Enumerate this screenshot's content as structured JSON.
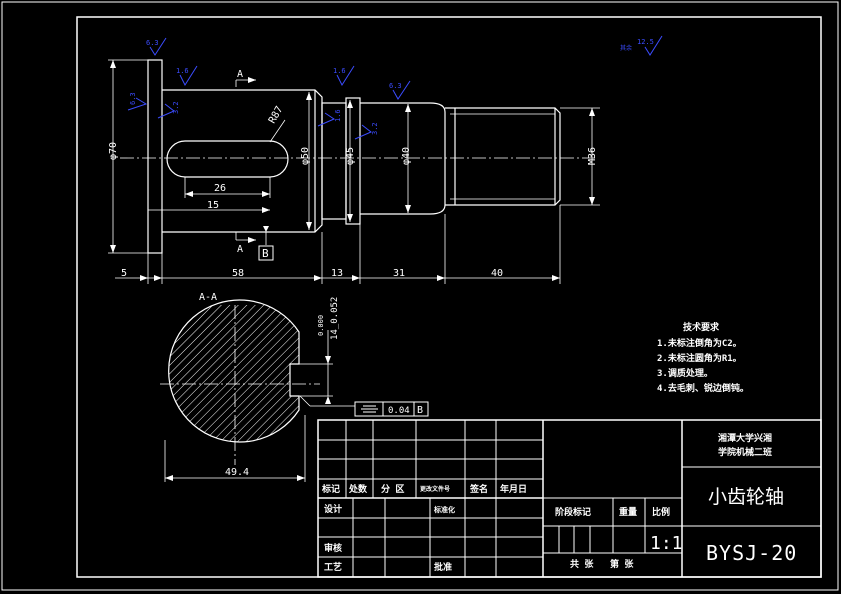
{
  "colors": {
    "background": "#000000",
    "line": "#ffffff",
    "center_line": "#ffffff",
    "dimension": "#ffffff",
    "roughness": "#3b4cff",
    "hatch": "#ffffff"
  },
  "dimensions": {
    "dia_70": "φ70",
    "dia_50": "φ50",
    "dia_45": "φ45",
    "dia_40": "φ40",
    "m36": "M36",
    "len_5": "5",
    "len_58": "58",
    "len_13": "13",
    "len_31": "31",
    "len_40": "40",
    "key_26": "26",
    "key_15": "15",
    "r_label": "R87",
    "section_width": "49.4",
    "keyway_tol": "14_0.052",
    "keyway_tol_upper": "0.000",
    "datum_b": "B",
    "section_tag": "A",
    "section_title": "A-A",
    "tolerance_value": "0.04",
    "tolerance_datum": "B"
  },
  "roughness": {
    "top_flange": "6.3",
    "top_left": "1.6",
    "top_mid": "1.6",
    "top_right": "6.3",
    "side_left": "6.3",
    "side_key": "3.2",
    "side_45": "1.6",
    "side_40": "3.2",
    "other": "12.5",
    "other_label": "其余"
  },
  "technical_requirements": {
    "title": "技术要求",
    "items": [
      "1.未标注倒角为C2。",
      "2.未标注圆角为R1。",
      "3.调质处理。",
      "4.去毛刺、锐边倒钝。"
    ]
  },
  "title_block": {
    "school_line1": "湘潭大学兴湘",
    "school_line2": "学院机械二班",
    "part_name": "小齿轮轴",
    "drawing_no": "BYSJ-20",
    "scale": "1:1",
    "col_labels": [
      "标记",
      "处数",
      "分 区",
      "更改文件号",
      "签名",
      "年月日"
    ],
    "row_design": "设计",
    "row_standard": "标准化",
    "row_review": "审核",
    "row_process": "工艺",
    "row_approve": "批准",
    "stage_label": "阶段标记",
    "weight_label": "重量",
    "ratio_label": "比例",
    "sheets_total": "共  张",
    "sheet_no": "第  张"
  }
}
